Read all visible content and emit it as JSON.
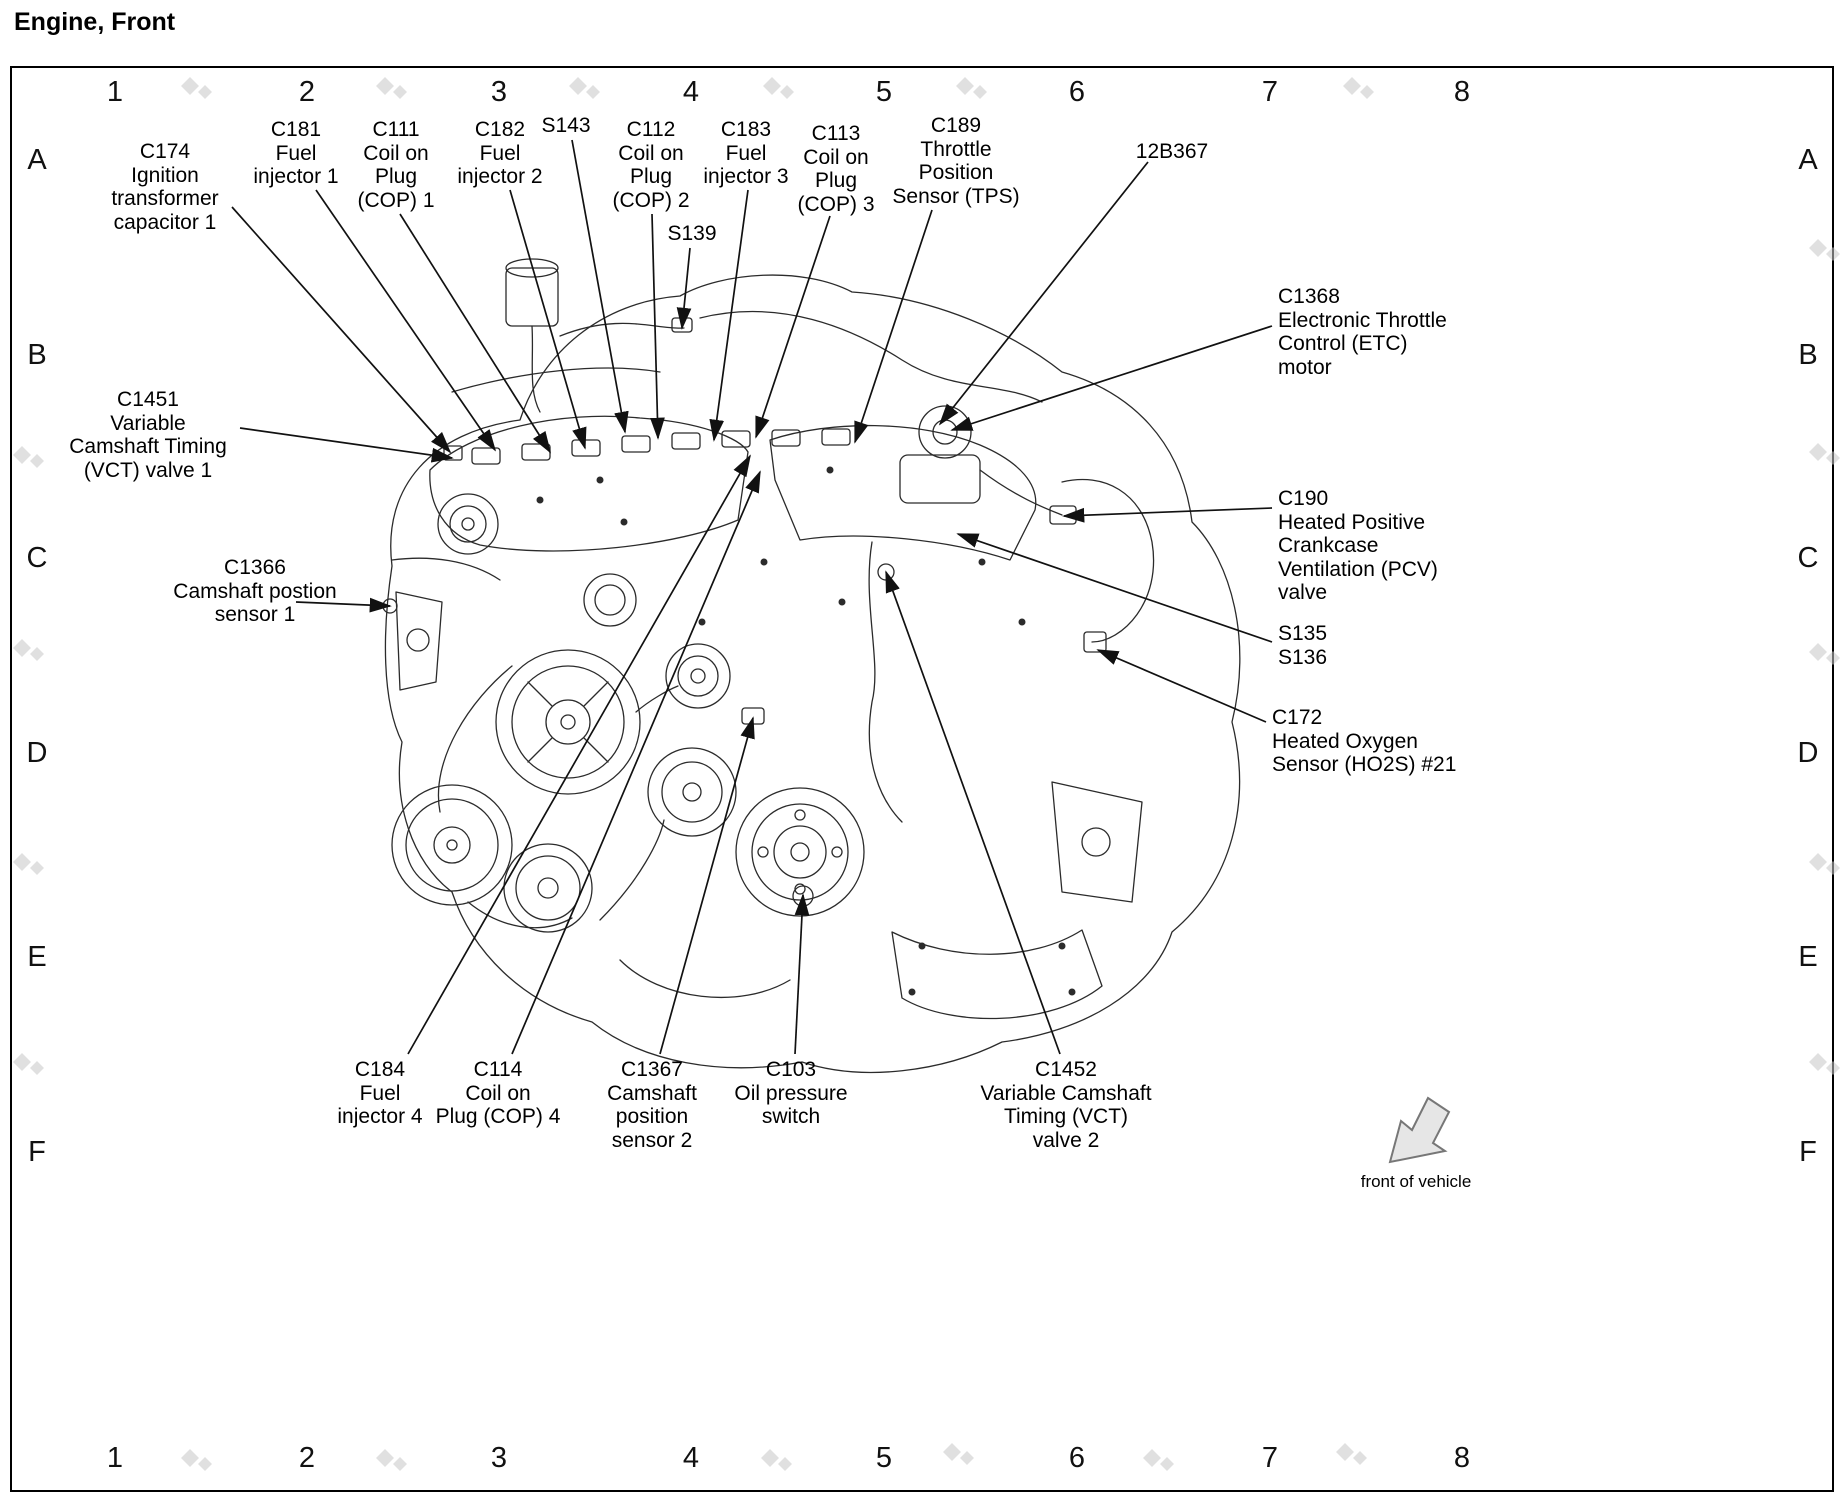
{
  "title": "Engine, Front",
  "grid": {
    "columns": [
      "1",
      "2",
      "3",
      "4",
      "5",
      "6",
      "7",
      "8"
    ],
    "rows": [
      "A",
      "B",
      "C",
      "D",
      "E",
      "F"
    ]
  },
  "front_of_vehicle": "front of vehicle",
  "labels": {
    "c174": {
      "text": "C174\nIgnition\ntransformer\ncapacitor 1"
    },
    "c181": {
      "text": "C181\nFuel\ninjector 1"
    },
    "c111": {
      "text": "C111\nCoil on\nPlug\n(COP) 1"
    },
    "c182": {
      "text": "C182\nFuel\ninjector 2"
    },
    "s143": {
      "text": "S143"
    },
    "c112": {
      "text": "C112\nCoil on\nPlug\n(COP) 2"
    },
    "c183": {
      "text": "C183\nFuel\ninjector 3"
    },
    "c113": {
      "text": "C113\nCoil on\nPlug\n(COP) 3"
    },
    "c189": {
      "text": "C189\nThrottle\nPosition\nSensor (TPS)"
    },
    "12b367": {
      "text": "12B367"
    },
    "s139": {
      "text": "S139"
    },
    "c1368": {
      "text": "C1368\nElectronic Throttle\nControl (ETC)\nmotor"
    },
    "c1451": {
      "text": "C1451\nVariable\nCamshaft Timing\n(VCT) valve 1"
    },
    "c190": {
      "text": "C190\nHeated Positive\nCrankcase\nVentilation (PCV)\nvalve"
    },
    "s135_s136": {
      "text": "S135\nS136"
    },
    "c1366": {
      "text": "C1366\nCamshaft postion\nsensor 1"
    },
    "c172": {
      "text": "C172\nHeated Oxygen\nSensor (HO2S) #21"
    },
    "c184": {
      "text": "C184\nFuel\ninjector 4"
    },
    "c114": {
      "text": "C114\nCoil on\nPlug (COP) 4"
    },
    "c1367": {
      "text": "C1367\nCamshaft\nposition\nsensor 2"
    },
    "c103": {
      "text": "C103\nOil pressure\nswitch"
    },
    "c1452": {
      "text": "C1452\nVariable Camshaft\nTiming (VCT)\nvalve 2"
    }
  }
}
